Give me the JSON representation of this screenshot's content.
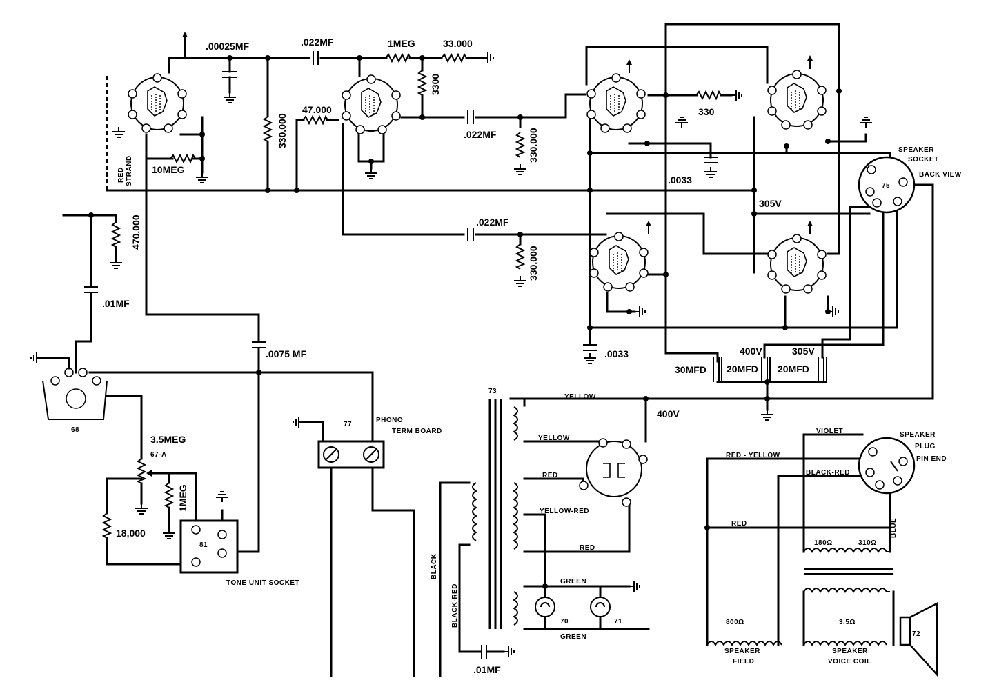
{
  "labels": {
    "c_00025": ".00025MF",
    "c_022_top": ".022MF",
    "r_1meg_top": "1MEG",
    "r_33000": "33.000",
    "r_3300": "3300",
    "r_47000": "47.000",
    "r_330000_a": "330.000",
    "c_022_mid": ".022MF",
    "r_330000_b": "330.000",
    "r_10meg": "10MEG",
    "r_330": "330",
    "c_0033_top": ".0033",
    "v_305_a": "305V",
    "c_022_low": ".022MF",
    "r_330000_c": "330.000",
    "r_470000": "470.000",
    "c_01_left": ".01MF",
    "c_0075": ".0075 MF",
    "c_0033_bot": ".0033",
    "c_30mfd": "30MFD",
    "c_20mfd_a": "20MFD",
    "c_20mfd_b": "20MFD",
    "v_400_a": "400V",
    "v_305_b": "305V",
    "v_400_b": "400V",
    "r_3_5meg": "3.5MEG",
    "pot_67a": "67-A",
    "r_1meg_bot": "1MEG",
    "r_18000": "18,000",
    "socket_81": "81",
    "tone_unit": "TONE UNIT SOCKET",
    "tube_77": "77",
    "phono_1": "PHONO",
    "phono_2": "TERM BOARD",
    "switch_68": "68",
    "xfmr_73": "73",
    "yellow_1": "YELLOW",
    "yellow_2": "YELLOW",
    "red_1": "RED",
    "yellow_red": "YELLOW-RED",
    "red_2": "RED",
    "green_1": "GREEN",
    "green_2": "GREEN",
    "black": "BLACK",
    "black_red": "BLACK-RED",
    "c_01_bot": ".01MF",
    "lamp_70": "70",
    "lamp_71": "71",
    "spk_socket_1": "SPEAKER",
    "spk_socket_2": "SOCKET",
    "back_view": "BACK VIEW",
    "socket_75": "75",
    "spk_plug_1": "SPEAKER",
    "spk_plug_2": "PLUG",
    "spk_plug_3": "PIN END",
    "violet": "VIOLET",
    "red_yellow": "RED - YELLOW",
    "black_red_2": "BLACK-RED",
    "red_3": "RED",
    "blue": "BLUE",
    "ohm_1": "180Ω",
    "ohm_2": "310Ω",
    "ohm_3": "800Ω",
    "ohm_4": "3.5Ω",
    "speaker_field_1": "SPEAKER",
    "speaker_field_2": "FIELD",
    "voice_coil_1": "SPEAKER",
    "voice_coil_2": "VOICE COIL",
    "speaker_72": "72",
    "side_1": "RED",
    "side_2": "STRAND"
  }
}
